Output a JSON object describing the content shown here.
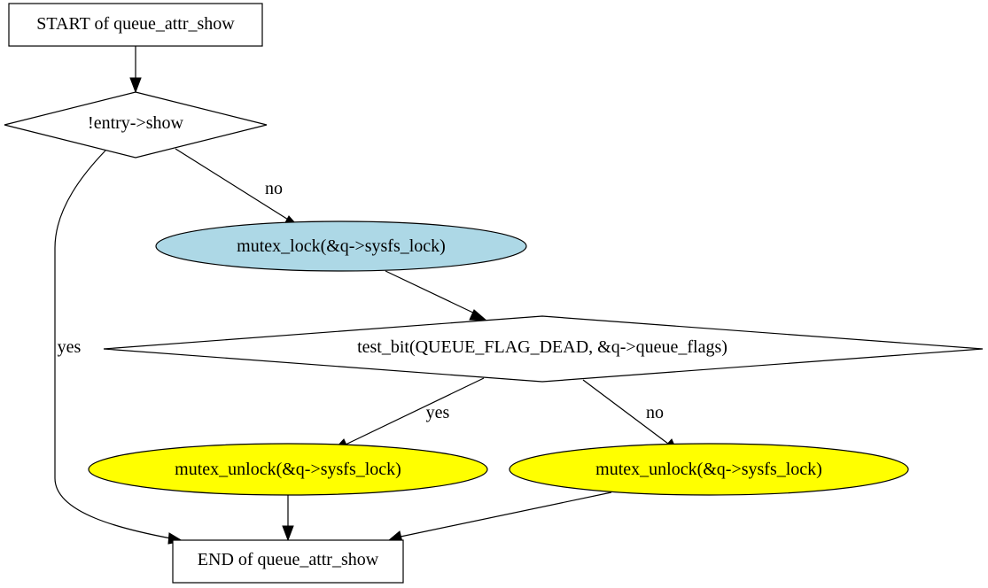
{
  "colors": {
    "lock_fill": "#add8e6",
    "unlock_fill": "#ffff00",
    "box_fill": "#ffffff",
    "stroke": "#000000"
  },
  "nodes": {
    "start": "START of queue_attr_show",
    "check_show": "!entry->show",
    "mutex_lock": "mutex_lock(&q->sysfs_lock)",
    "test_dead": "test_bit(QUEUE_FLAG_DEAD, &q->queue_flags)",
    "unlock_dead": "mutex_unlock(&q->sysfs_lock)",
    "unlock_alive": "mutex_unlock(&q->sysfs_lock)",
    "end": "END of queue_attr_show"
  },
  "edges": {
    "show_no": "no",
    "show_yes": "yes",
    "dead_yes": "yes",
    "dead_no": "no"
  }
}
